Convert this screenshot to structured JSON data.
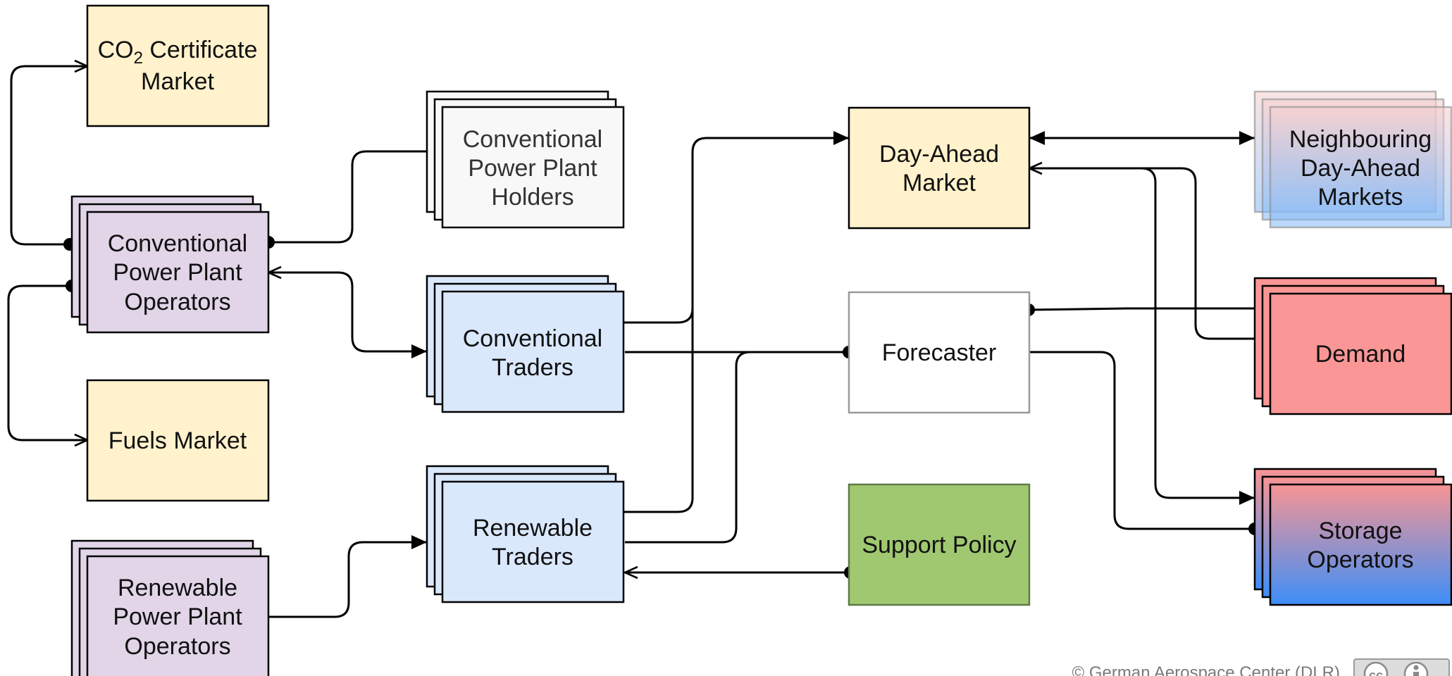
{
  "nodes": {
    "co2_market": {
      "line1_prefix": "CO",
      "line1_sub": "2",
      "line1_suffix": " Certificate",
      "line2": "Market",
      "color": "#fff2cc"
    },
    "fuels_market": {
      "label": "Fuels Market",
      "color": "#fff2cc"
    },
    "conventional_operators": {
      "lines": [
        "Conventional",
        "Power Plant",
        "Operators"
      ],
      "color": "#e1d5e7"
    },
    "renewable_operators": {
      "lines": [
        "Renewable",
        "Power Plant",
        "Operators"
      ],
      "color": "#e1d5e7"
    },
    "conventional_holders": {
      "lines": [
        "Conventional",
        "Power Plant",
        "Holders"
      ],
      "color": "#f8f8f8"
    },
    "conventional_traders": {
      "lines": [
        "Conventional",
        "Traders"
      ],
      "color": "#dae8fc"
    },
    "renewable_traders": {
      "lines": [
        "Renewable",
        "Traders"
      ],
      "color": "#dae8fc"
    },
    "day_ahead_market": {
      "lines": [
        "Day-Ahead",
        "Market"
      ],
      "color": "#fff2cc"
    },
    "forecaster": {
      "label": "Forecaster",
      "color": "#ffffff"
    },
    "support_policy": {
      "label": "Support Policy",
      "color": "#a0c870"
    },
    "neighbouring_markets": {
      "lines": [
        "Neighbouring",
        "Day-Ahead",
        "Markets"
      ],
      "gradient": [
        "#f8cecc",
        "#7fb8f8"
      ]
    },
    "demand": {
      "label": "Demand",
      "color": "#fa9696"
    },
    "storage_operators": {
      "lines": [
        "Storage",
        "Operators"
      ],
      "gradient": [
        "#f89494",
        "#3d8ef8"
      ]
    }
  },
  "footer": {
    "copyright": "© German Aerospace Center (DLR)",
    "license_icon": "cc-by-icon"
  }
}
